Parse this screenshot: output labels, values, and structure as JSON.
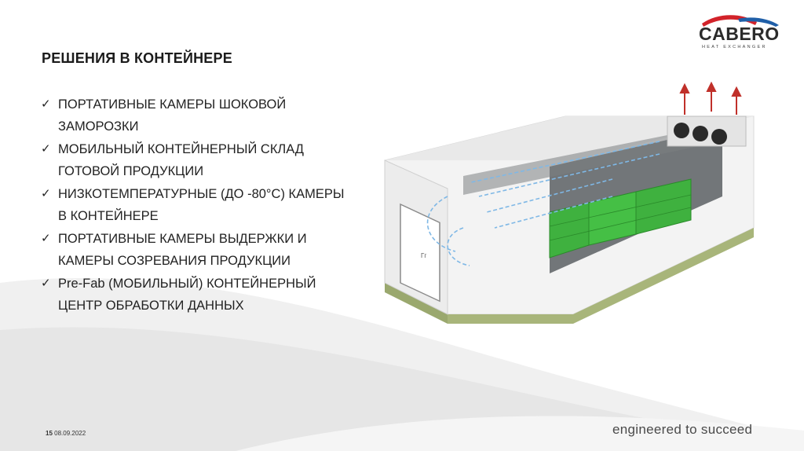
{
  "slide": {
    "title": "РЕШЕНИЯ В КОНТЕЙНЕРЕ",
    "bullets": [
      {
        "line1": "ПОРТАТИВНЫЕ КАМЕРЫ ШОКОВОЙ",
        "line2": "ЗАМОРОЗКИ"
      },
      {
        "line1": "МОБИЛЬНЫЙ КОНТЕЙНЕРНЫЙ СКЛАД",
        "line2": "ГОТОВОЙ ПРОДУКЦИИ"
      },
      {
        "line1": "НИЗКОТЕМПЕРАТУРНЫЕ (ДО -80°С) КАМЕРЫ",
        "line2": "В КОНТЕЙНЕРЕ"
      },
      {
        "line1": "ПОРТАТИВНЫЕ КАМЕРЫ ВЫДЕРЖКИ И",
        "line2": "КАМЕРЫ СОЗРЕВАНИЯ ПРОДУКЦИИ"
      },
      {
        "line1": "Pre-Fab (МОБИЛЬНЫЙ) КОНТЕЙНЕРНЫЙ",
        "line2": "ЦЕНТР ОБРАБОТКИ ДАННЫХ"
      }
    ],
    "check_glyph": "✓"
  },
  "logo": {
    "name": "CABERO",
    "subtitle": "HEAT EXCHANGER",
    "colors": {
      "red": "#d2232a",
      "blue": "#1f5fa8"
    }
  },
  "footer": {
    "page_number": "15",
    "date": "08.09.2022",
    "tagline": "engineered to succeed"
  },
  "illustration": {
    "door_label": "Гг",
    "colors": {
      "crates": "#3fb13f",
      "arrows_cold": "#7fb8e6",
      "arrows_hot": "#c0302a",
      "container_wall": "#eeeeee"
    }
  }
}
